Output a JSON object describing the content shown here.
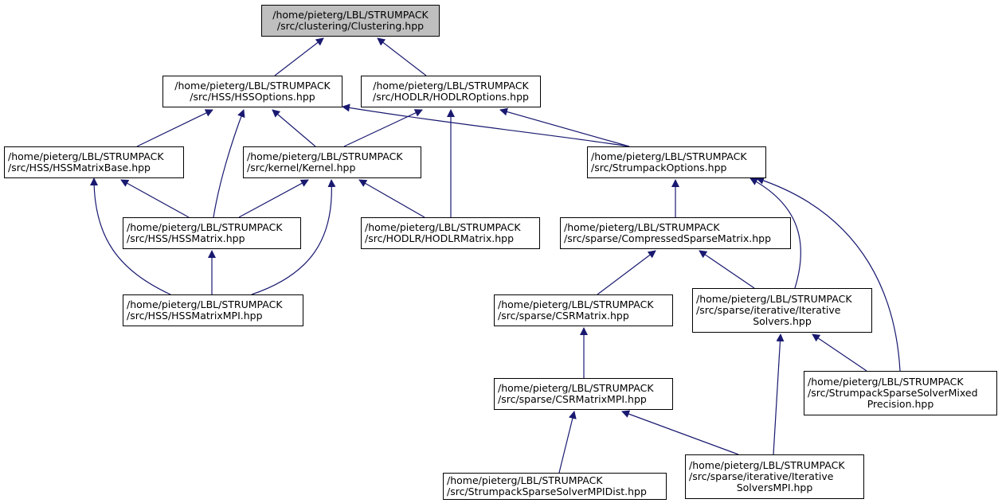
{
  "graph": {
    "colors": {
      "edge": "#191970",
      "root_fill": "#bfbfbf",
      "node_fill": "#ffffff",
      "border": "#000000"
    },
    "nodes": [
      {
        "id": "clustering",
        "lines": [
          "/home/pieterg/LBL/STRUMPACK",
          "/src/clustering/Clustering.hpp"
        ],
        "root": true,
        "align": "center"
      },
      {
        "id": "hssoptions",
        "lines": [
          "/home/pieterg/LBL/STRUMPACK",
          "/src/HSS/HSSOptions.hpp"
        ],
        "align": "center"
      },
      {
        "id": "hodlroptions",
        "lines": [
          "/home/pieterg/LBL/STRUMPACK",
          "/src/HODLR/HODLROptions.hpp"
        ],
        "align": "center"
      },
      {
        "id": "hssmatrixbase",
        "lines": [
          "/home/pieterg/LBL/STRUMPACK",
          "/src/HSS/HSSMatrixBase.hpp"
        ],
        "align": "left"
      },
      {
        "id": "kernel",
        "lines": [
          "/home/pieterg/LBL/STRUMPACK",
          "/src/kernel/Kernel.hpp"
        ],
        "align": "left"
      },
      {
        "id": "strumpackoptions",
        "lines": [
          "/home/pieterg/LBL/STRUMPACK",
          "/src/StrumpackOptions.hpp"
        ],
        "align": "left"
      },
      {
        "id": "hssmatrix",
        "lines": [
          "/home/pieterg/LBL/STRUMPACK",
          "/src/HSS/HSSMatrix.hpp"
        ],
        "align": "left"
      },
      {
        "id": "hodlrmatrix",
        "lines": [
          "/home/pieterg/LBL/STRUMPACK",
          "/src/HODLR/HODLRMatrix.hpp"
        ],
        "align": "left"
      },
      {
        "id": "compressedsparse",
        "lines": [
          "/home/pieterg/LBL/STRUMPACK",
          "/src/sparse/CompressedSparseMatrix.hpp"
        ],
        "align": "left"
      },
      {
        "id": "hssmatrixmpi",
        "lines": [
          "/home/pieterg/LBL/STRUMPACK",
          "/src/HSS/HSSMatrixMPI.hpp"
        ],
        "align": "left"
      },
      {
        "id": "csrmatrix",
        "lines": [
          "/home/pieterg/LBL/STRUMPACK",
          "/src/sparse/CSRMatrix.hpp"
        ],
        "align": "left"
      },
      {
        "id": "iterativesolvers",
        "lines": [
          "/home/pieterg/LBL/STRUMPACK",
          "/src/sparse/iterative/Iterative",
          "Solvers.hpp"
        ],
        "align": "mixed"
      },
      {
        "id": "csrmatrixmpi",
        "lines": [
          "/home/pieterg/LBL/STRUMPACK",
          "/src/sparse/CSRMatrixMPI.hpp"
        ],
        "align": "left"
      },
      {
        "id": "mixedprecision",
        "lines": [
          "/home/pieterg/LBL/STRUMPACK",
          "/src/StrumpackSparseSolverMixed",
          "Precision.hpp"
        ],
        "align": "mixed"
      },
      {
        "id": "mpidist",
        "lines": [
          "/home/pieterg/LBL/STRUMPACK",
          "/src/StrumpackSparseSolverMPIDist.hpp"
        ],
        "align": "left"
      },
      {
        "id": "iterativesolversmpi",
        "lines": [
          "/home/pieterg/LBL/STRUMPACK",
          "/src/sparse/iterative/Iterative",
          "SolversMPI.hpp"
        ],
        "align": "mixed"
      }
    ],
    "edges": [
      {
        "from": "clustering",
        "to": "hssoptions"
      },
      {
        "from": "clustering",
        "to": "hodlroptions"
      },
      {
        "from": "hssoptions",
        "to": "hssmatrixbase"
      },
      {
        "from": "hssoptions",
        "to": "hssmatrix"
      },
      {
        "from": "hssoptions",
        "to": "kernel"
      },
      {
        "from": "hssoptions",
        "to": "strumpackoptions"
      },
      {
        "from": "hodlroptions",
        "to": "kernel"
      },
      {
        "from": "hodlroptions",
        "to": "hodlrmatrix"
      },
      {
        "from": "hodlroptions",
        "to": "strumpackoptions"
      },
      {
        "from": "hssmatrixbase",
        "to": "hssmatrix"
      },
      {
        "from": "hssmatrixbase",
        "to": "hssmatrixmpi"
      },
      {
        "from": "kernel",
        "to": "hssmatrix"
      },
      {
        "from": "kernel",
        "to": "hodlrmatrix"
      },
      {
        "from": "kernel",
        "to": "hssmatrixmpi"
      },
      {
        "from": "hssmatrix",
        "to": "hssmatrixmpi"
      },
      {
        "from": "strumpackoptions",
        "to": "compressedsparse"
      },
      {
        "from": "strumpackoptions",
        "to": "iterativesolvers"
      },
      {
        "from": "strumpackoptions",
        "to": "mixedprecision"
      },
      {
        "from": "compressedsparse",
        "to": "csrmatrix"
      },
      {
        "from": "compressedsparse",
        "to": "iterativesolvers"
      },
      {
        "from": "csrmatrix",
        "to": "csrmatrixmpi"
      },
      {
        "from": "iterativesolvers",
        "to": "mixedprecision"
      },
      {
        "from": "iterativesolvers",
        "to": "iterativesolversmpi"
      },
      {
        "from": "csrmatrixmpi",
        "to": "mpidist"
      },
      {
        "from": "csrmatrixmpi",
        "to": "iterativesolversmpi"
      }
    ]
  }
}
